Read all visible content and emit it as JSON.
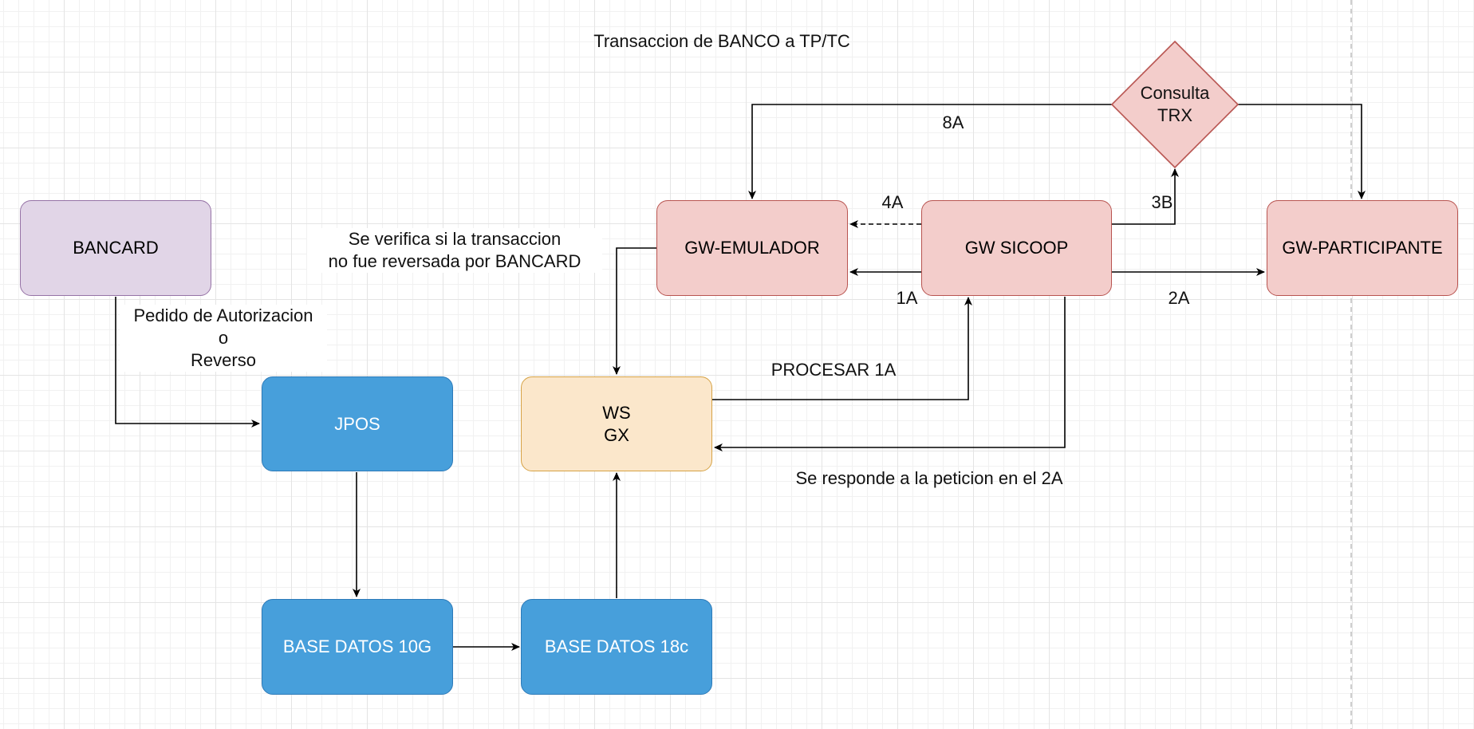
{
  "diagram": {
    "title": "Transaccion de BANCO a TP/TC",
    "nodes": {
      "bancard": "BANCARD",
      "jpos": "JPOS",
      "base10g": "BASE DATOS 10G",
      "base18c": "BASE DATOS 18c",
      "wsgx": "WS\nGX",
      "emulador": "GW-EMULADOR",
      "sicoop": "GW SICOOP",
      "participante": "GW-PARTICIPANTE",
      "consulta": "Consulta\nTRX"
    },
    "labels": {
      "pedido": "Pedido de Autorizacion\no\nReverso",
      "verifica": "Se verifica si la transaccion\nno fue reversada por BANCARD",
      "procesar": "PROCESAR 1A",
      "responde": "Se responde a la peticion en el 2A",
      "l8a": "8A",
      "l4a": "4A",
      "l3b": "3B",
      "l1a": "1A",
      "l2a": "2A"
    },
    "colors": {
      "bancard_fill": "#e1d5e7",
      "bancard_stroke": "#9673a6",
      "blue_fill": "#479fdb",
      "blue_stroke": "#2d7ab8",
      "orange_fill": "#fbe7cb",
      "orange_stroke": "#d6a245",
      "red_fill": "#f3cdcb",
      "red_stroke": "#b85450",
      "edge": "#000000"
    }
  }
}
